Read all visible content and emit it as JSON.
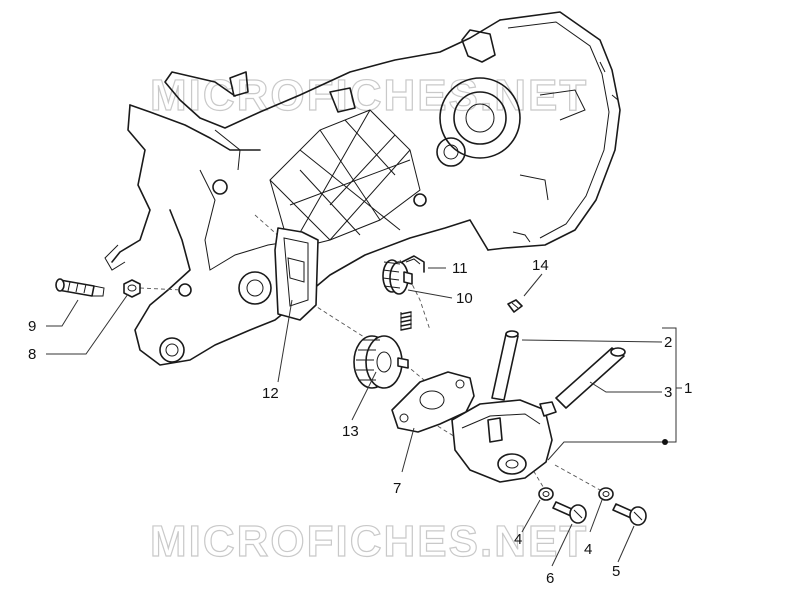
{
  "watermark": {
    "text": "MICROFICHES.NET"
  },
  "callouts": {
    "c1": "1",
    "c2": "2",
    "c3": "3",
    "c4a": "4",
    "c4b": "4",
    "c5": "5",
    "c6": "6",
    "c7": "7",
    "c8": "8",
    "c9": "9",
    "c10": "10",
    "c11": "11",
    "c12": "12",
    "c13": "13",
    "c14": "14"
  }
}
